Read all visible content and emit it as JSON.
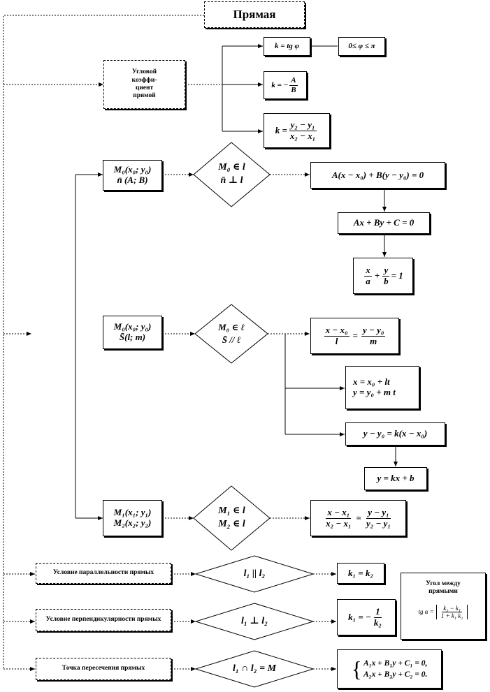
{
  "title": "Прямая",
  "slope": {
    "label_lines": [
      "Угловой",
      "коэффи-",
      "циент",
      "прямой"
    ],
    "f_tan": "k = tg φ",
    "f_range": "0≤ φ ≤ π",
    "f_ab_lhs": "k = −",
    "f_ab_num": "A",
    "f_ab_den": "B",
    "f_pts_lhs": "k =",
    "f_pts_num": "y₂ − y₁",
    "f_pts_den": "x₂ − x₁"
  },
  "normal": {
    "given_1": "M₀(x₀; y₀)",
    "given_2": "n̄ (A; B)",
    "cond_1": "M₀ ∈ l",
    "cond_2": "n̄ ⊥ l",
    "eq_general": "A(x − x₀) + B(y − y₀) = 0",
    "eq_standard": "Ax + By + C = 0",
    "int_x": "x",
    "int_a": "a",
    "int_y": "y",
    "int_b": "b",
    "int_rhs": "= 1"
  },
  "direction": {
    "given_1": "M₀(x₀; y₀)",
    "given_2": "S̄(l; m)",
    "cond_1": "M₀ ∈ ℓ",
    "cond_2": "S̄ // ℓ",
    "can_num1": "x − x₀",
    "can_den1": "l",
    "can_num2": "y − y₀",
    "can_den2": "m",
    "param_1": "x = x₀ + lt",
    "param_2": "y = y₀ + m t",
    "eq_point_slope": "y − y₀ = k(x − x₀)",
    "eq_slope": "y = kx + b"
  },
  "two_points": {
    "given_1": "M₁(x₁; y₁)",
    "given_2": "M₂(x₂; y₂)",
    "cond_1": "M₁ ∈ l",
    "cond_2": "M₂ ∈ l",
    "num1": "x − x₁",
    "den1": "x₂ − x₁",
    "num2": "y − y₁",
    "den2": "y₂ − y₁"
  },
  "parallel": {
    "label": "Условие параллельности прямых",
    "cond": "l₁ || l₂",
    "result": "k₁ = k₂"
  },
  "perpendicular": {
    "label": "Условие перпендикулярности прямых",
    "cond": "l₁ ⊥ l₂",
    "result_lhs": "k₁ = −",
    "result_num": "1",
    "result_den": "k₂"
  },
  "angle": {
    "label": "Угол между прямыми",
    "lhs": "tg α =",
    "num": "k₂ − k₁",
    "den": "1 + k₁ k₂"
  },
  "intersection": {
    "label": "Точка пересечения прямых",
    "cond": "l₁ ∩ l₂ = M",
    "eq_1": "A₁x + B₁y + C₁ = 0,",
    "eq_2": "A₂x + B₂y + C₂ = 0."
  }
}
